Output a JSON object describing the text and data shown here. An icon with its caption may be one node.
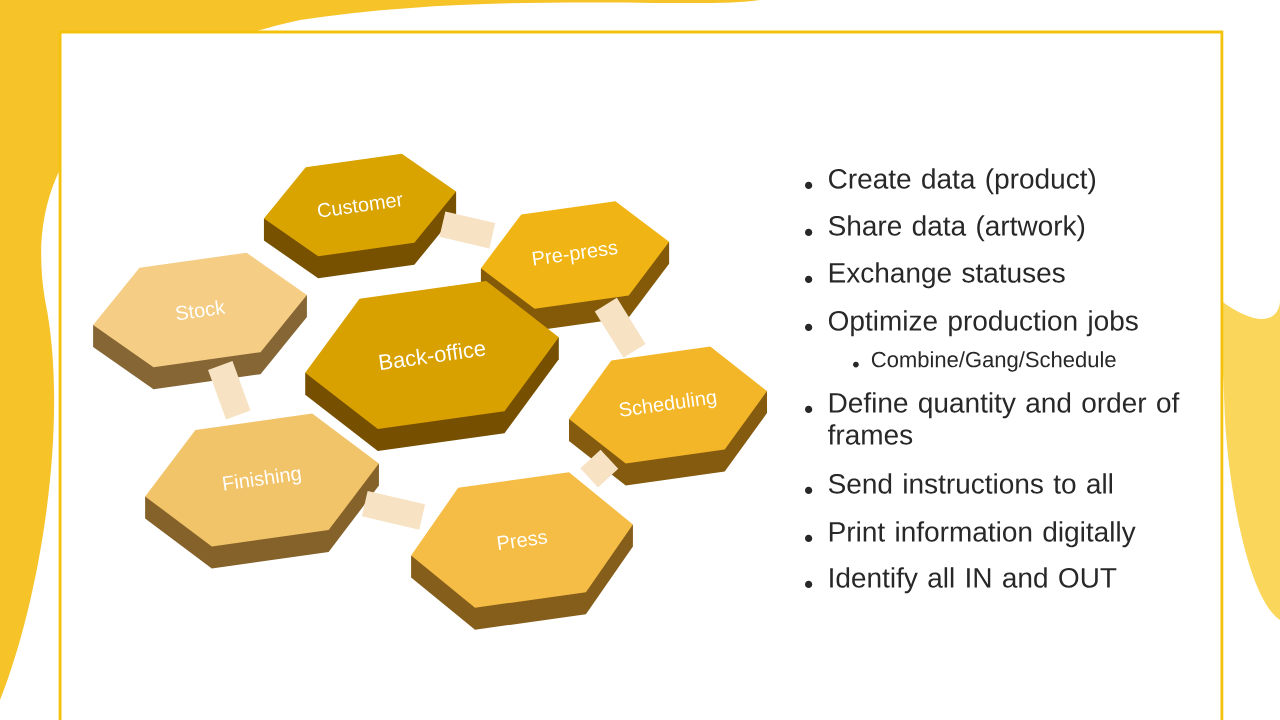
{
  "diagram": {
    "nodes": [
      {
        "text": [
          "Customer"
        ]
      },
      {
        "text": [
          "Pre-press"
        ]
      },
      {
        "text": [
          "Stock"
        ]
      },
      {
        "text": [
          "Back-office"
        ]
      },
      {
        "text": [
          "Scheduling"
        ]
      },
      {
        "text": [
          "Finishing"
        ]
      },
      {
        "text": [
          "Press"
        ]
      }
    ],
    "edges": [
      {
        "from": 0,
        "to": 1,
        "arrow": "none"
      },
      {
        "from": 1,
        "to": 4,
        "arrow": "none"
      },
      {
        "from": 4,
        "to": 6,
        "arrow": "none"
      },
      {
        "from": 6,
        "to": 5,
        "arrow": "none"
      },
      {
        "from": 5,
        "to": 2,
        "arrow": "none"
      }
    ],
    "labels": [
      "Create data (product)",
      "Share data (artwork)",
      "Exchange statuses",
      "Optimize production jobs",
      "Combine/Gang/Schedule",
      "Define quantity and order of frames",
      "Send instructions to all",
      "Print information digitally",
      "Identify all IN and OUT"
    ]
  }
}
